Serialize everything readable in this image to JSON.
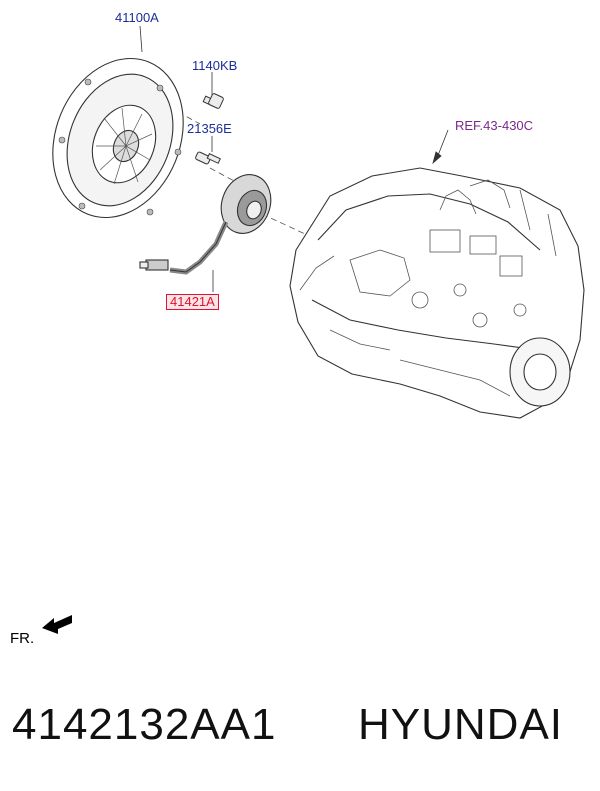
{
  "callouts": {
    "clutch_cover": "41100A",
    "bolt": "1140KB",
    "bolt_2": "21356E",
    "release_cylinder": "41421A",
    "transaxle_ref": "REF.43-430C"
  },
  "orientation": {
    "label": "FR."
  },
  "footer": {
    "part_number": "4142132AA1",
    "brand": "HYUNDAI"
  },
  "colors": {
    "callout_text": "#1a2f9a",
    "ref_text": "#7a2a8a",
    "highlight_text": "#e0142c",
    "highlight_fill": "#fde4e8"
  }
}
